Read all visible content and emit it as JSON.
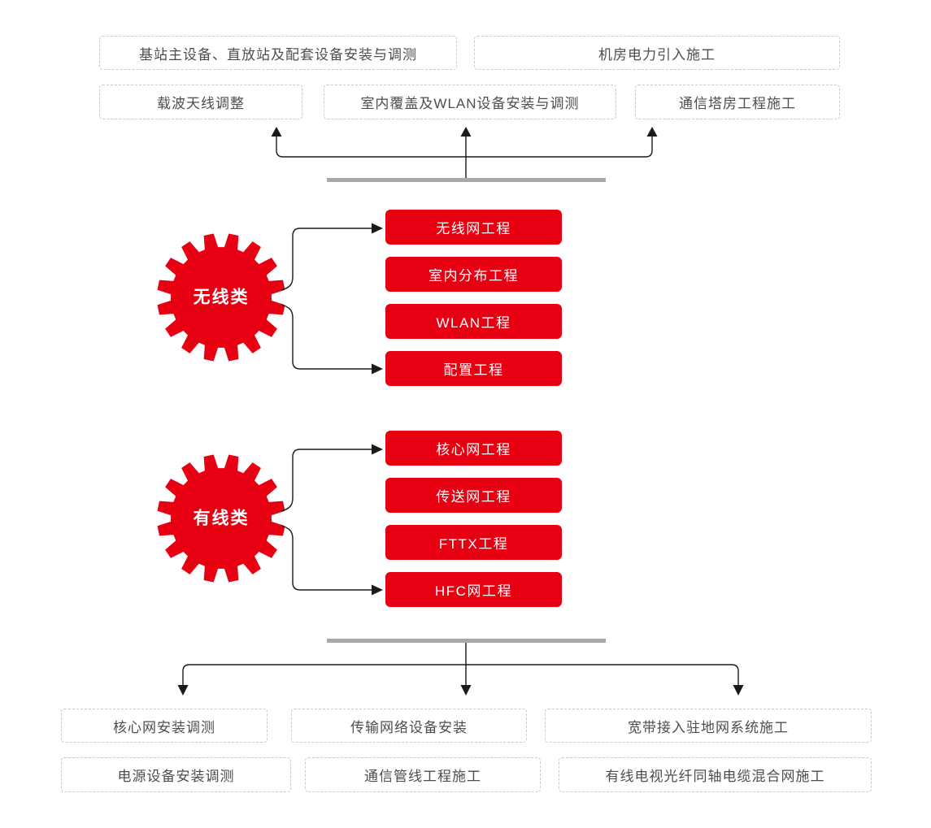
{
  "colors": {
    "accent_red": "#e60012",
    "bar_gray": "#a9a9a9",
    "line_black": "#1a1a1a",
    "dashed_border": "#c9c9c9",
    "box_text": "#4d4d4d",
    "button_text": "#ffffff"
  },
  "top_row1": [
    {
      "label": "基站主设备、直放站及配套设备安装与调测"
    },
    {
      "label": "机房电力引入施工"
    }
  ],
  "top_row2": [
    {
      "label": "载波天线调整"
    },
    {
      "label": "室内覆盖及WLAN设备安装与调测"
    },
    {
      "label": "通信塔房工程施工"
    }
  ],
  "groups": [
    {
      "gear_label": "无线类",
      "buttons": [
        {
          "label": "无线网工程"
        },
        {
          "label": "室内分布工程"
        },
        {
          "label": "WLAN工程"
        },
        {
          "label": "配置工程"
        }
      ]
    },
    {
      "gear_label": "有线类",
      "buttons": [
        {
          "label": "核心网工程"
        },
        {
          "label": "传送网工程"
        },
        {
          "label": "FTTX工程"
        },
        {
          "label": "HFC网工程"
        }
      ]
    }
  ],
  "bottom_row1": [
    {
      "label": "核心网安装调测"
    },
    {
      "label": "传输网络设备安装"
    },
    {
      "label": "宽带接入驻地网系统施工"
    }
  ],
  "bottom_row2": [
    {
      "label": "电源设备安装调测"
    },
    {
      "label": "通信管线工程施工"
    },
    {
      "label": "有线电视光纤同轴电缆混合网施工"
    }
  ]
}
